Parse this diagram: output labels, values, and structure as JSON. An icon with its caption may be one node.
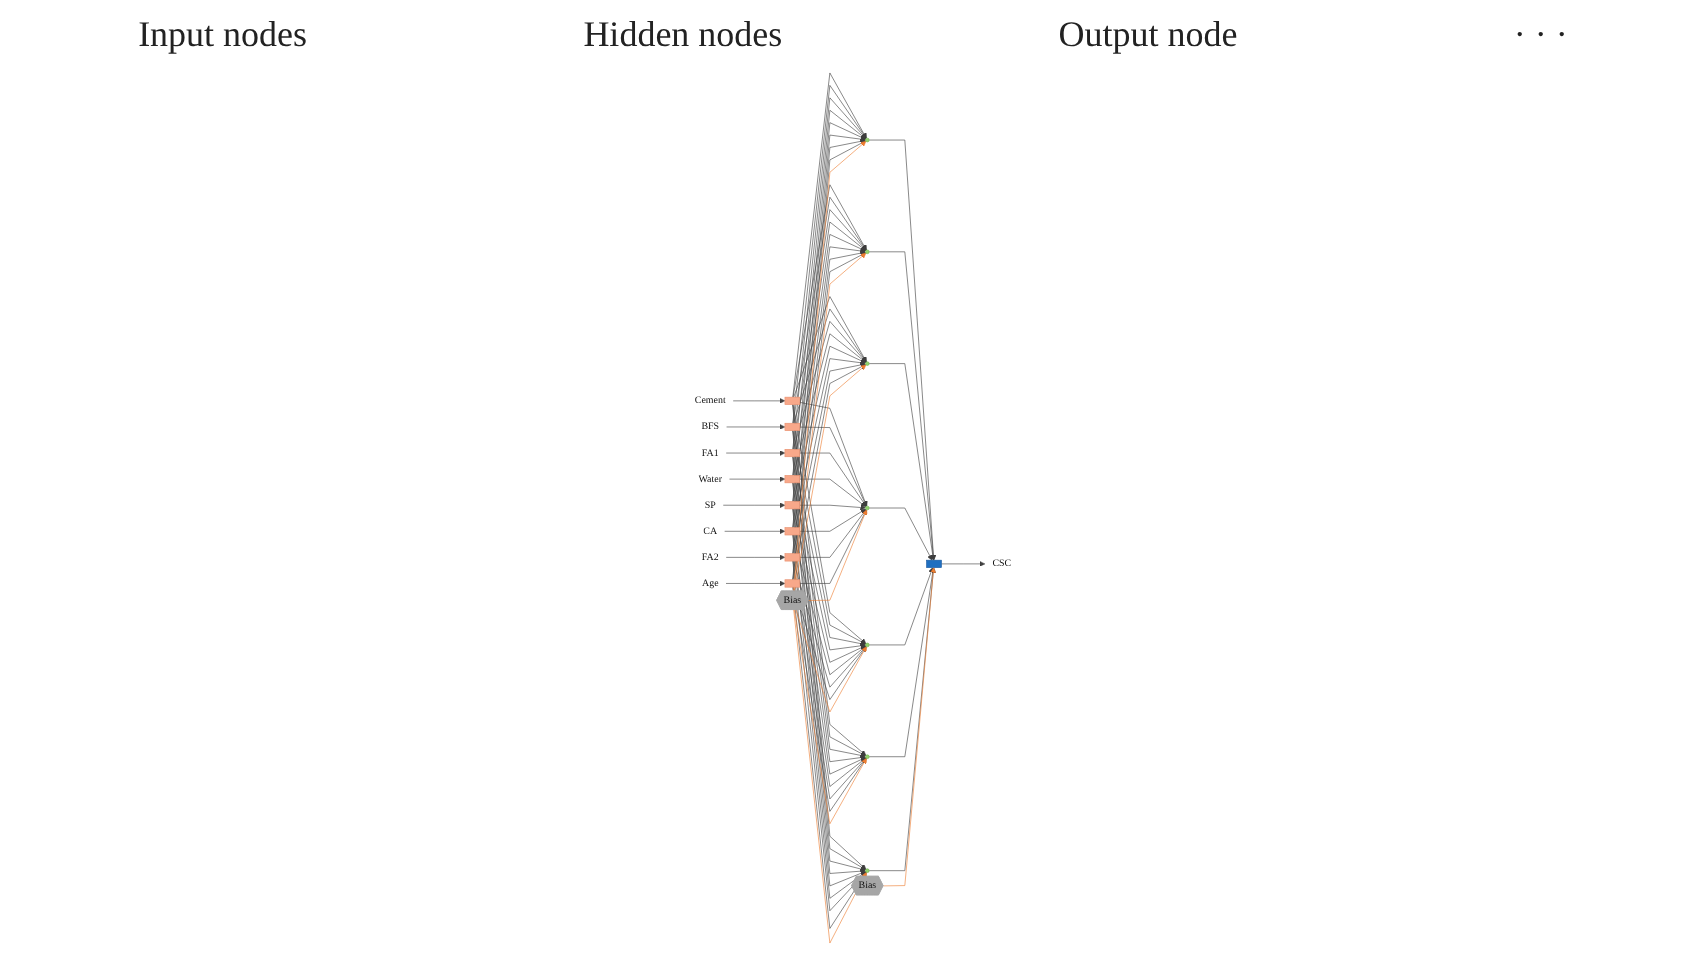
{
  "diagram": {
    "nodes": [
      {
        "text": [
          "Cement"
        ]
      },
      {
        "text": [],
        "shape": "box"
      },
      {
        "text": [
          "BFS"
        ]
      },
      {
        "text": [],
        "shape": "box"
      },
      {
        "text": [
          "FA1"
        ]
      },
      {
        "text": [],
        "shape": "box"
      },
      {
        "text": [
          "Water"
        ]
      },
      {
        "text": [],
        "shape": "box"
      },
      {
        "text": [
          "SP"
        ]
      },
      {
        "text": [],
        "shape": "box"
      },
      {
        "text": [
          "CA"
        ]
      },
      {
        "text": [],
        "shape": "box"
      },
      {
        "text": [
          "FA2"
        ]
      },
      {
        "text": [],
        "shape": "box"
      },
      {
        "text": [
          "Age"
        ]
      },
      {
        "text": [],
        "shape": "box"
      },
      {
        "text": [],
        "shape": "circle"
      },
      {
        "text": [],
        "shape": "circle"
      },
      {
        "text": [],
        "shape": "circle"
      },
      {
        "text": [],
        "shape": "circle"
      },
      {
        "text": [],
        "shape": "circle"
      },
      {
        "text": [],
        "shape": "circle"
      },
      {
        "text": [],
        "shape": "circle"
      },
      {
        "text": [],
        "shape": "box"
      },
      {
        "text": [
          "CSC"
        ]
      },
      {
        "text": [
          "Bias"
        ]
      },
      {
        "text": [
          "Bias"
        ]
      }
    ],
    "edges": [
      {
        "from": 0,
        "to": 1,
        "arrow": "to"
      },
      {
        "from": 2,
        "to": 3,
        "arrow": "to"
      },
      {
        "from": 4,
        "to": 5,
        "arrow": "to"
      },
      {
        "from": 6,
        "to": 7,
        "arrow": "to"
      },
      {
        "from": 8,
        "to": 9,
        "arrow": "to"
      },
      {
        "from": 10,
        "to": 11,
        "arrow": "to"
      },
      {
        "from": 12,
        "to": 13,
        "arrow": "to"
      },
      {
        "from": 14,
        "to": 15,
        "arrow": "to"
      },
      {
        "from": 1,
        "to": 16,
        "arrow": "to"
      },
      {
        "from": 1,
        "to": 17,
        "arrow": "to"
      },
      {
        "from": 1,
        "to": 18,
        "arrow": "to"
      },
      {
        "from": 1,
        "to": 19,
        "arrow": "to"
      },
      {
        "from": 1,
        "to": 20,
        "arrow": "to"
      },
      {
        "from": 1,
        "to": 21,
        "arrow": "to"
      },
      {
        "from": 1,
        "to": 22,
        "arrow": "to"
      },
      {
        "from": 3,
        "to": 16,
        "arrow": "to"
      },
      {
        "from": 3,
        "to": 17,
        "arrow": "to"
      },
      {
        "from": 3,
        "to": 18,
        "arrow": "to"
      },
      {
        "from": 3,
        "to": 19,
        "arrow": "to"
      },
      {
        "from": 3,
        "to": 20,
        "arrow": "to"
      },
      {
        "from": 3,
        "to": 21,
        "arrow": "to"
      },
      {
        "from": 3,
        "to": 22,
        "arrow": "to"
      },
      {
        "from": 5,
        "to": 16,
        "arrow": "to"
      },
      {
        "from": 5,
        "to": 17,
        "arrow": "to"
      },
      {
        "from": 5,
        "to": 18,
        "arrow": "to"
      },
      {
        "from": 5,
        "to": 19,
        "arrow": "to"
      },
      {
        "from": 5,
        "to": 20,
        "arrow": "to"
      },
      {
        "from": 5,
        "to": 21,
        "arrow": "to"
      },
      {
        "from": 5,
        "to": 22,
        "arrow": "to"
      },
      {
        "from": 7,
        "to": 16,
        "arrow": "to"
      },
      {
        "from": 7,
        "to": 17,
        "arrow": "to"
      },
      {
        "from": 7,
        "to": 18,
        "arrow": "to"
      },
      {
        "from": 7,
        "to": 19,
        "arrow": "to"
      },
      {
        "from": 7,
        "to": 20,
        "arrow": "to"
      },
      {
        "from": 7,
        "to": 21,
        "arrow": "to"
      },
      {
        "from": 7,
        "to": 22,
        "arrow": "to"
      },
      {
        "from": 9,
        "to": 16,
        "arrow": "to"
      },
      {
        "from": 9,
        "to": 17,
        "arrow": "to"
      },
      {
        "from": 9,
        "to": 18,
        "arrow": "to"
      },
      {
        "from": 9,
        "to": 19,
        "arrow": "to"
      },
      {
        "from": 9,
        "to": 20,
        "arrow": "to"
      },
      {
        "from": 9,
        "to": 21,
        "arrow": "to"
      },
      {
        "from": 9,
        "to": 22,
        "arrow": "to"
      },
      {
        "from": 11,
        "to": 16,
        "arrow": "to"
      },
      {
        "from": 11,
        "to": 17,
        "arrow": "to"
      },
      {
        "from": 11,
        "to": 18,
        "arrow": "to"
      },
      {
        "from": 11,
        "to": 19,
        "arrow": "to"
      },
      {
        "from": 11,
        "to": 20,
        "arrow": "to"
      },
      {
        "from": 11,
        "to": 21,
        "arrow": "to"
      },
      {
        "from": 11,
        "to": 22,
        "arrow": "to"
      },
      {
        "from": 13,
        "to": 16,
        "arrow": "to"
      },
      {
        "from": 13,
        "to": 17,
        "arrow": "to"
      },
      {
        "from": 13,
        "to": 18,
        "arrow": "to"
      },
      {
        "from": 13,
        "to": 19,
        "arrow": "to"
      },
      {
        "from": 13,
        "to": 20,
        "arrow": "to"
      },
      {
        "from": 13,
        "to": 21,
        "arrow": "to"
      },
      {
        "from": 13,
        "to": 22,
        "arrow": "to"
      },
      {
        "from": 15,
        "to": 16,
        "arrow": "to"
      },
      {
        "from": 15,
        "to": 17,
        "arrow": "to"
      },
      {
        "from": 15,
        "to": 18,
        "arrow": "to"
      },
      {
        "from": 15,
        "to": 19,
        "arrow": "to"
      },
      {
        "from": 15,
        "to": 20,
        "arrow": "to"
      },
      {
        "from": 15,
        "to": 21,
        "arrow": "to"
      },
      {
        "from": 15,
        "to": 22,
        "arrow": "to"
      },
      {
        "from": 26,
        "to": 16,
        "arrow": "to",
        "color": "#ed7d31"
      },
      {
        "from": 26,
        "to": 17,
        "arrow": "to",
        "color": "#ed7d31"
      },
      {
        "from": 26,
        "to": 18,
        "arrow": "to",
        "color": "#ed7d31"
      },
      {
        "from": 26,
        "to": 19,
        "arrow": "to",
        "color": "#ed7d31"
      },
      {
        "from": 26,
        "to": 20,
        "arrow": "to",
        "color": "#ed7d31"
      },
      {
        "from": 26,
        "to": 21,
        "arrow": "to",
        "color": "#ed7d31"
      },
      {
        "from": 26,
        "to": 22,
        "arrow": "to",
        "color": "#ed7d31"
      },
      {
        "from": 16,
        "to": 23,
        "arrow": "to"
      },
      {
        "from": 17,
        "to": 23,
        "arrow": "to"
      },
      {
        "from": 18,
        "to": 23,
        "arrow": "to"
      },
      {
        "from": 19,
        "to": 23,
        "arrow": "to"
      },
      {
        "from": 20,
        "to": 23,
        "arrow": "to"
      },
      {
        "from": 21,
        "to": 23,
        "arrow": "to"
      },
      {
        "from": 22,
        "to": 23,
        "arrow": "to"
      },
      {
        "from": 25,
        "to": 23,
        "arrow": "to",
        "color": "#ed7d31"
      },
      {
        "from": 23,
        "to": 24,
        "arrow": "to"
      }
    ],
    "labels": [
      "Input nodes",
      "Hidden nodes",
      "Output node",
      "· · ·"
    ]
  }
}
